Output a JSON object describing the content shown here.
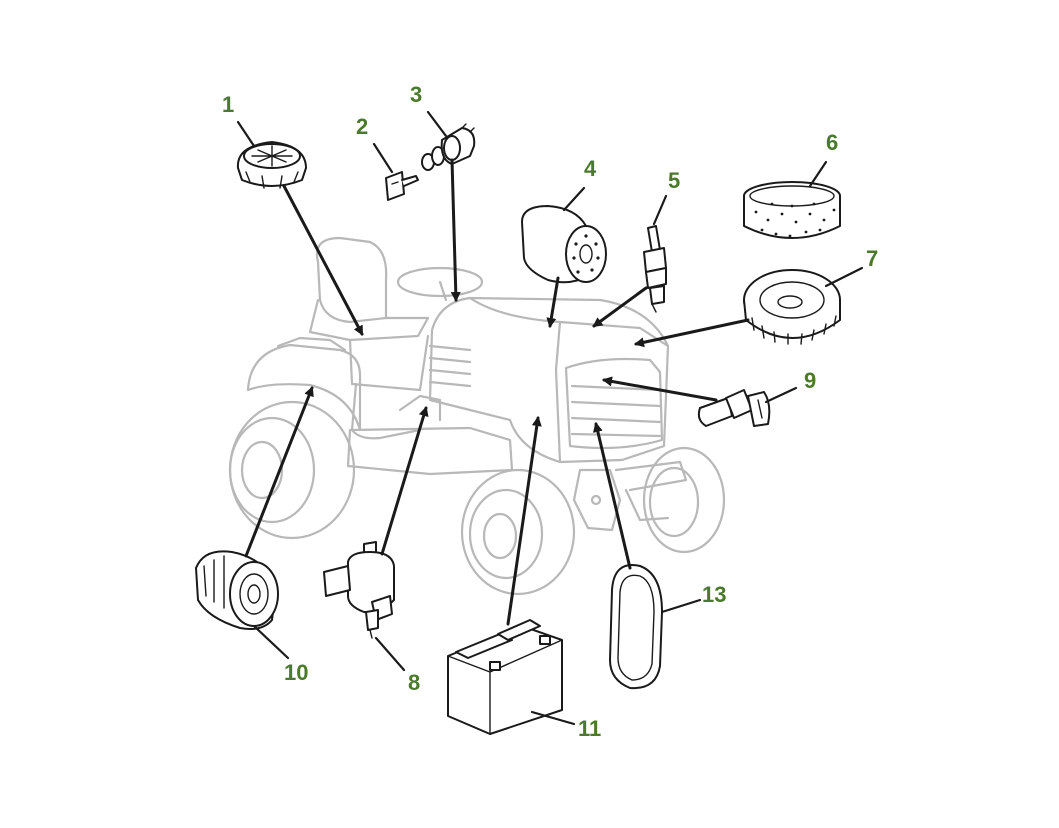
{
  "diagram": {
    "callouts": [
      {
        "id": "1",
        "label": "1"
      },
      {
        "id": "2",
        "label": "2"
      },
      {
        "id": "3",
        "label": "3"
      },
      {
        "id": "4",
        "label": "4"
      },
      {
        "id": "5",
        "label": "5"
      },
      {
        "id": "6",
        "label": "6"
      },
      {
        "id": "7",
        "label": "7"
      },
      {
        "id": "8",
        "label": "8"
      },
      {
        "id": "9",
        "label": "9"
      },
      {
        "id": "10",
        "label": "10"
      },
      {
        "id": "11",
        "label": "11"
      },
      {
        "id": "13",
        "label": "13"
      }
    ],
    "colors": {
      "callout_text": "#4a7a2a",
      "tractor_outline": "#b8b8b8",
      "part_outline": "#1a1a1a"
    }
  }
}
